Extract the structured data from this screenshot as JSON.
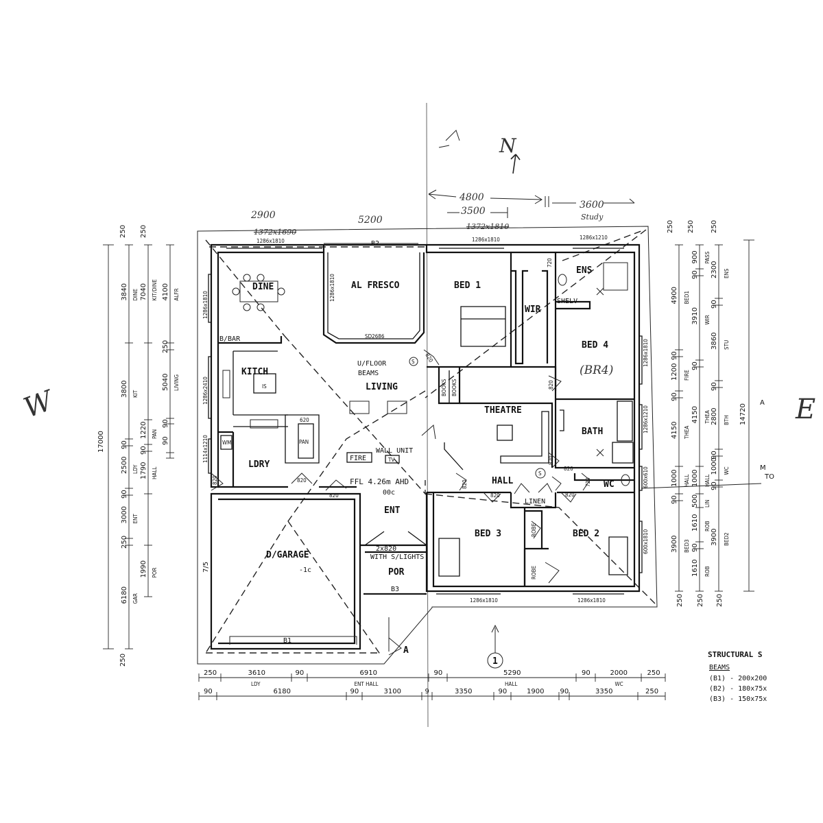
{
  "rooms": {
    "dine": "DINE",
    "alfresco": "AL FRESCO",
    "bed1": "BED 1",
    "ens": "ENS",
    "wir": "WIR",
    "shelv": "SHELV",
    "bed4": "BED 4",
    "bed4_hand": "(BR4)",
    "kitch": "KITCH",
    "is": "IS",
    "bbar": "B/BAR",
    "living": "LIVING",
    "ufloor": "U/FLOOR",
    "beams": "BEAMS",
    "books": "BOOKS",
    "theatre": "THEATRE",
    "bath": "BATH",
    "pan": "PAN",
    "ldry": "LDRY",
    "fire": "FIRE",
    "wall_unit": "WALL UNIT",
    "tv": "TV",
    "ffl": "FFL 4.26m  AHD",
    "ffl_sub": "00c",
    "hall": "HALL",
    "wc": "WC",
    "linen": "LINEN",
    "ent": "ENT",
    "garage": "D/GARAGE",
    "garage_sub": "-1c",
    "door_spec": "2x820",
    "door_spec2": "WITH S/LIGHTS",
    "por": "POR",
    "bed3": "BED 3",
    "bed2": "BED 2",
    "robe": "ROBE",
    "wm": "WM",
    "b1": "B1",
    "b2": "B2",
    "b3": "B3",
    "sd": "SD2686",
    "win_1286x1810": "1286x1810",
    "win_1286x1210": "1286x1210",
    "win_1286x2410": "1286x2410",
    "win_1114x1210": "1114x1210",
    "win_600x610": "600x610",
    "win_600x1810": "600x1810",
    "door_820": "820",
    "door_720": "720",
    "door_620": "620",
    "s_mark": "S"
  },
  "handwriting": {
    "top_2900": "2900",
    "top_5200": "5200",
    "top_4800": "4800",
    "top_3500": "3500",
    "top_3600": "3600",
    "study": "Study",
    "strike_1": "1372x1690",
    "strike_2": "1372x1810",
    "north": "N",
    "west": "W",
    "east_partial": "E"
  },
  "left_dims": {
    "overall": "17000",
    "top_250": "250",
    "bottom_250": "250",
    "outer": [
      {
        "v": "3840",
        "l": "DINE"
      },
      {
        "v": "3800",
        "l": "KIT"
      },
      {
        "v": "90",
        "l": ""
      },
      {
        "v": "2500",
        "l": "LDY"
      },
      {
        "v": "90",
        "l": ""
      },
      {
        "v": "3000",
        "l": "ENT"
      },
      {
        "v": "250",
        "l": ""
      },
      {
        "v": "6180",
        "l": "GAR"
      }
    ],
    "mid": [
      {
        "v": "7040",
        "l": "KIT/DINE"
      },
      {
        "v": "1220",
        "l": "PAN"
      },
      {
        "v": "90",
        "l": ""
      },
      {
        "v": "1790",
        "l": "HALL"
      },
      {
        "v": "1990",
        "l": "POR"
      }
    ],
    "inner": [
      {
        "v": "4100",
        "l": "ALFR"
      },
      {
        "v": "250",
        "l": ""
      },
      {
        "v": "5040",
        "l": "LIVING"
      },
      {
        "v": "90",
        "l": ""
      },
      {
        "v": "90",
        "l": ""
      }
    ],
    "side_label": "7/5"
  },
  "right_dims": {
    "overall": "14720",
    "top_250": "250",
    "bottom_250": "250",
    "c1": [
      {
        "v": "4900",
        "l": "BED1"
      },
      {
        "v": "90",
        "l": ""
      },
      {
        "v": "1200",
        "l": "FIRE"
      },
      {
        "v": "90",
        "l": ""
      },
      {
        "v": "4150",
        "l": "THEA"
      },
      {
        "v": "1000",
        "l": "HALL"
      },
      {
        "v": "90",
        "l": ""
      },
      {
        "v": "3900",
        "l": "BED3"
      }
    ],
    "c2": [
      {
        "v": "900",
        "l": "PASS"
      },
      {
        "v": "90",
        "l": ""
      },
      {
        "v": "3910",
        "l": "WIR"
      },
      {
        "v": "90",
        "l": ""
      },
      {
        "v": "4150",
        "l": "THEA"
      },
      {
        "v": "1000",
        "l": "HALL"
      },
      {
        "v": "500",
        "l": "LIN"
      },
      {
        "v": "1610",
        "l": "ROB"
      },
      {
        "v": "90",
        "l": ""
      },
      {
        "v": "1610",
        "l": "ROB"
      }
    ],
    "c3": [
      {
        "v": "2300",
        "l": "ENS"
      },
      {
        "v": "90",
        "l": ""
      },
      {
        "v": "3860",
        "l": "STU"
      },
      {
        "v": "90",
        "l": ""
      },
      {
        "v": "2800",
        "l": "BTH"
      },
      {
        "v": "90",
        "l": ""
      },
      {
        "v": "1000",
        "l": "WC"
      },
      {
        "v": "90",
        "l": ""
      },
      {
        "v": "3900",
        "l": "BED2"
      }
    ],
    "marker": "A",
    "note_partial": "M",
    "note_partial2": "TO"
  },
  "bottom_dims": {
    "row1": [
      {
        "v": "250",
        "l": ""
      },
      {
        "v": "3610",
        "l": "LDY"
      },
      {
        "v": "90",
        "l": ""
      },
      {
        "v": "6910",
        "l": "ENT HALL"
      },
      {
        "v": "90",
        "l": ""
      },
      {
        "v": "5290",
        "l": "HALL"
      },
      {
        "v": "90",
        "l": ""
      },
      {
        "v": "2000",
        "l": "WC"
      },
      {
        "v": "250",
        "l": ""
      }
    ],
    "row2": [
      {
        "v": "90",
        "l": ""
      },
      {
        "v": "6180",
        "l": ""
      },
      {
        "v": "90",
        "l": ""
      },
      {
        "v": "3100",
        "l": ""
      },
      {
        "v": "9",
        "l": ""
      },
      {
        "v": "3350",
        "l": ""
      },
      {
        "v": "90",
        "l": ""
      },
      {
        "v": "1900",
        "l": ""
      },
      {
        "v": "90",
        "l": ""
      },
      {
        "v": "3350",
        "l": ""
      },
      {
        "v": "250",
        "l": ""
      }
    ],
    "section_mark": "A",
    "grid_mark": "1"
  },
  "legend": {
    "title": "STRUCTURAL S",
    "heading": "BEAMS",
    "items": [
      "(B1) - 200x200",
      "(B2) - 180x75x",
      "(B3) - 150x75x"
    ]
  }
}
